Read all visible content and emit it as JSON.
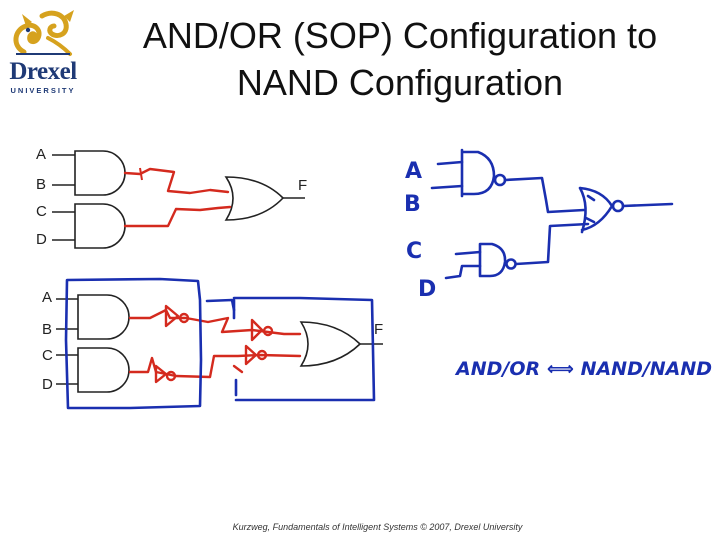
{
  "logo": {
    "wordmark": "Drexel",
    "subtitle": "UNIVERSITY"
  },
  "title": {
    "line1": "AND/OR (SOP) Configuration to",
    "line2": "NAND Configuration"
  },
  "top_circuit": {
    "inputs": [
      "A",
      "B",
      "C",
      "D"
    ],
    "output": "F"
  },
  "bottom_circuit": {
    "inputs": [
      "A",
      "B",
      "C",
      "D"
    ],
    "output": "F"
  },
  "handwritten": {
    "inputs": [
      "A",
      "B",
      "C",
      "D"
    ],
    "equivalence": "AND/OR ⟺ NAND/NAND"
  },
  "footer": "Kurzweg, Fundamentals of Intelligent Systems © 2007, Drexel University",
  "colors": {
    "ink": "#222222",
    "red_marker": "#d42a1e",
    "blue_marker": "#1a2fb0",
    "brand": "#1f3a76"
  }
}
